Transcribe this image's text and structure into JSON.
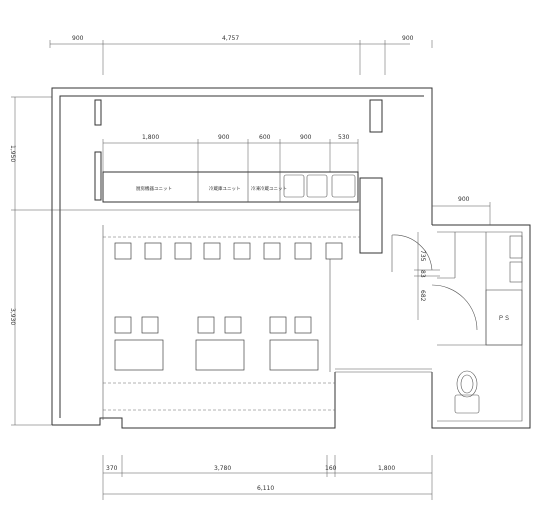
{
  "dimensions": {
    "top": [
      "900",
      "4,757",
      "900"
    ],
    "left": [
      "1,950",
      "3,930"
    ],
    "counter": [
      "1,800",
      "900",
      "600",
      "900",
      "530"
    ],
    "right": [
      "900",
      "735",
      "83",
      "682"
    ],
    "bottom": [
      "370",
      "3,780",
      "160",
      "1,800"
    ],
    "total": "6,110"
  },
  "labels": {
    "counter_a": "厨房機器ユニット",
    "counter_b": "冷蔵庫ユニット",
    "counter_c": "冷凍冷蔵ユニット",
    "storage": "ＰＳ"
  },
  "colors": {
    "line": "#333333",
    "background": "#ffffff"
  }
}
